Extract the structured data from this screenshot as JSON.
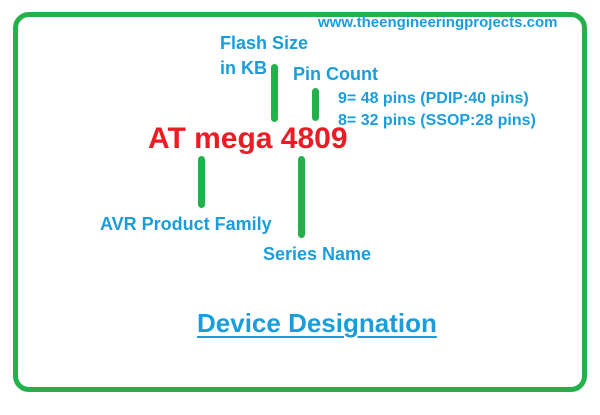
{
  "page": {
    "watermark": "www.theengineeringprojects.com",
    "title": "Device Designation"
  },
  "device": {
    "name": "AT mega 4809"
  },
  "labels": {
    "flash_size_line1": "Flash Size",
    "flash_size_line2": "in KB",
    "pin_count": "Pin Count",
    "pin_detail_1": "9= 48 pins (PDIP:40 pins)",
    "pin_detail_2": "8= 32 pins (SSOP:28 pins)",
    "avr_family": "AVR Product Family",
    "series_name": "Series Name"
  },
  "colors": {
    "green": "#24B14C",
    "blue": "#1A9DDA",
    "red": "#EC1C24"
  }
}
